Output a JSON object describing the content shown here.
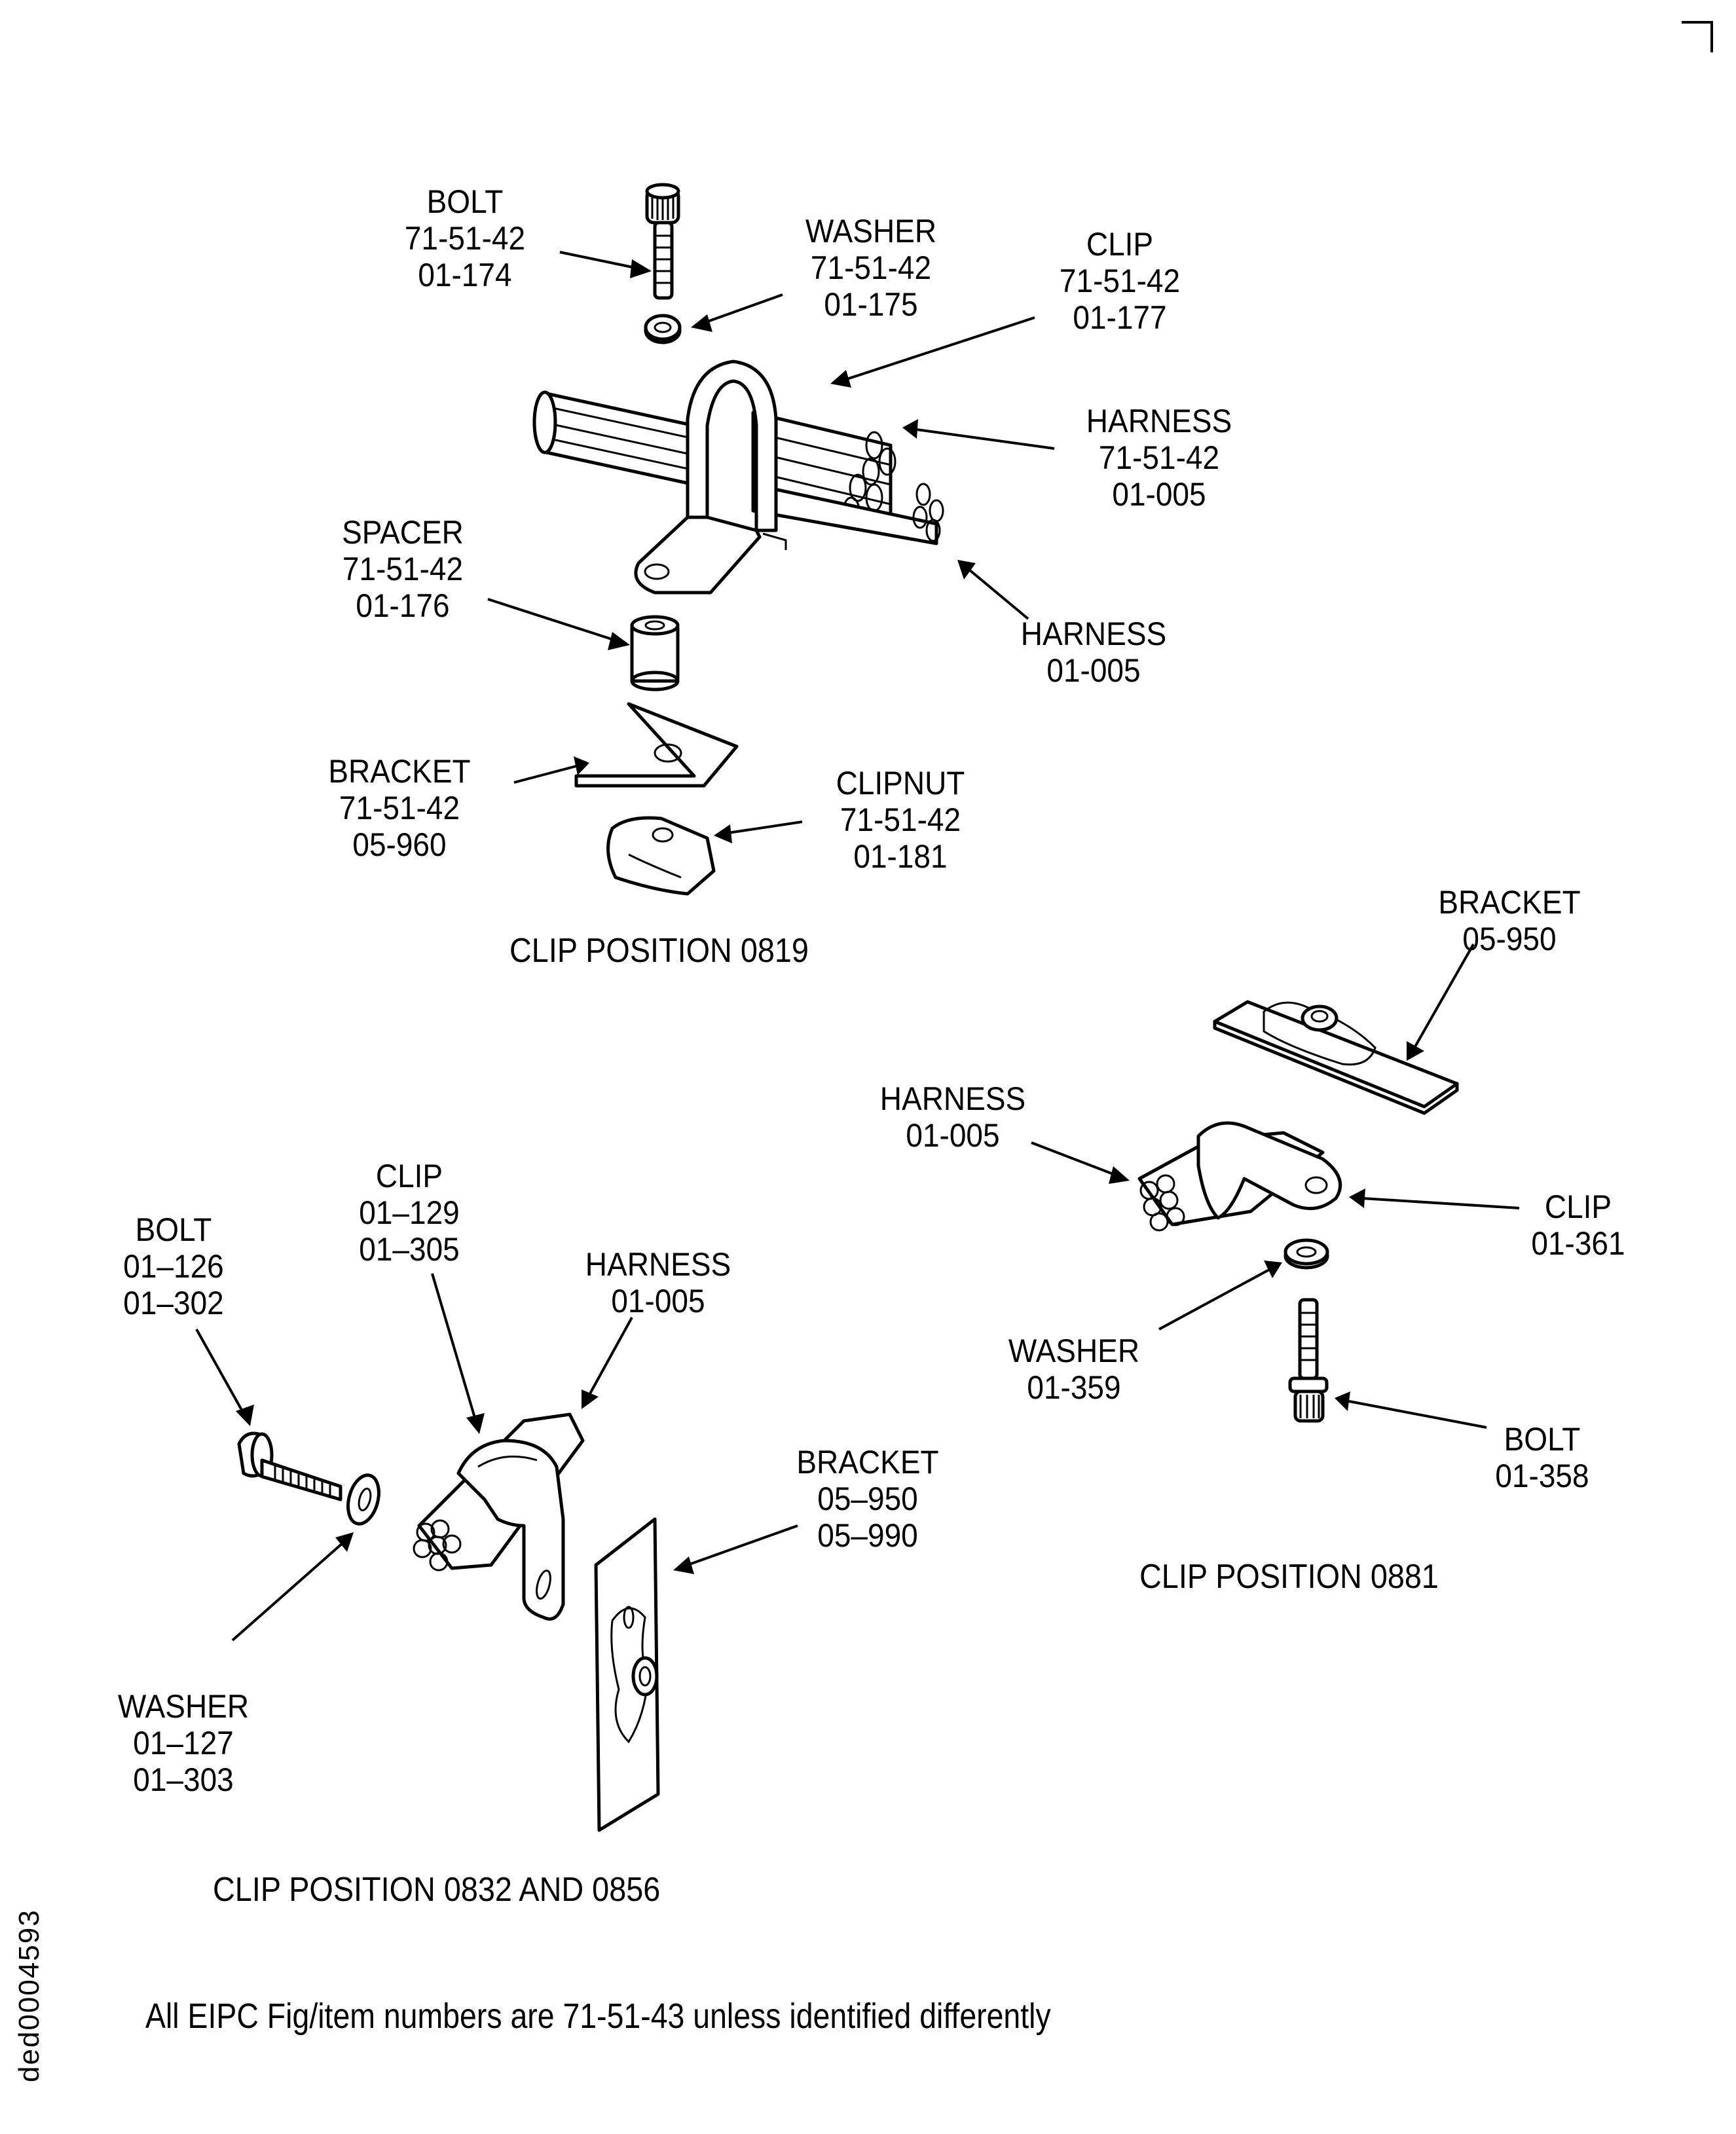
{
  "document": {
    "doc_id": "ded0004593",
    "footnote": "All EIPC Fig/item numbers are 71-51-43 unless identified differently"
  },
  "views": [
    {
      "caption": "CLIP POSITION 0819",
      "callouts": [
        {
          "part": "BOLT",
          "lines": [
            "71-51-42",
            "01-174"
          ]
        },
        {
          "part": "WASHER",
          "lines": [
            "71-51-42",
            "01-175"
          ]
        },
        {
          "part": "CLIP",
          "lines": [
            "71-51-42",
            "01-177"
          ]
        },
        {
          "part": "HARNESS",
          "lines": [
            "71-51-42",
            "01-005"
          ]
        },
        {
          "part": "HARNESS",
          "lines": [
            "01-005"
          ]
        },
        {
          "part": "SPACER",
          "lines": [
            "71-51-42",
            "01-176"
          ]
        },
        {
          "part": "BRACKET",
          "lines": [
            "71-51-42",
            "05-960"
          ]
        },
        {
          "part": "CLIPNUT",
          "lines": [
            "71-51-42",
            "01-181"
          ]
        }
      ]
    },
    {
      "caption": "CLIP POSITION 0881",
      "callouts": [
        {
          "part": "BRACKET",
          "lines": [
            "05-950"
          ]
        },
        {
          "part": "HARNESS",
          "lines": [
            "01-005"
          ]
        },
        {
          "part": "CLIP",
          "lines": [
            "01-361"
          ]
        },
        {
          "part": "WASHER",
          "lines": [
            "01-359"
          ]
        },
        {
          "part": "BOLT",
          "lines": [
            "01-358"
          ]
        }
      ]
    },
    {
      "caption": "CLIP POSITION 0832 AND 0856",
      "callouts": [
        {
          "part": "BOLT",
          "lines": [
            "01–126",
            "01–302"
          ]
        },
        {
          "part": "CLIP",
          "lines": [
            "01–129",
            "01–305"
          ]
        },
        {
          "part": "HARNESS",
          "lines": [
            "01-005"
          ]
        },
        {
          "part": "BRACKET",
          "lines": [
            "05–950",
            "05–990"
          ]
        },
        {
          "part": "WASHER",
          "lines": [
            "01–127",
            "01–303"
          ]
        }
      ]
    }
  ]
}
